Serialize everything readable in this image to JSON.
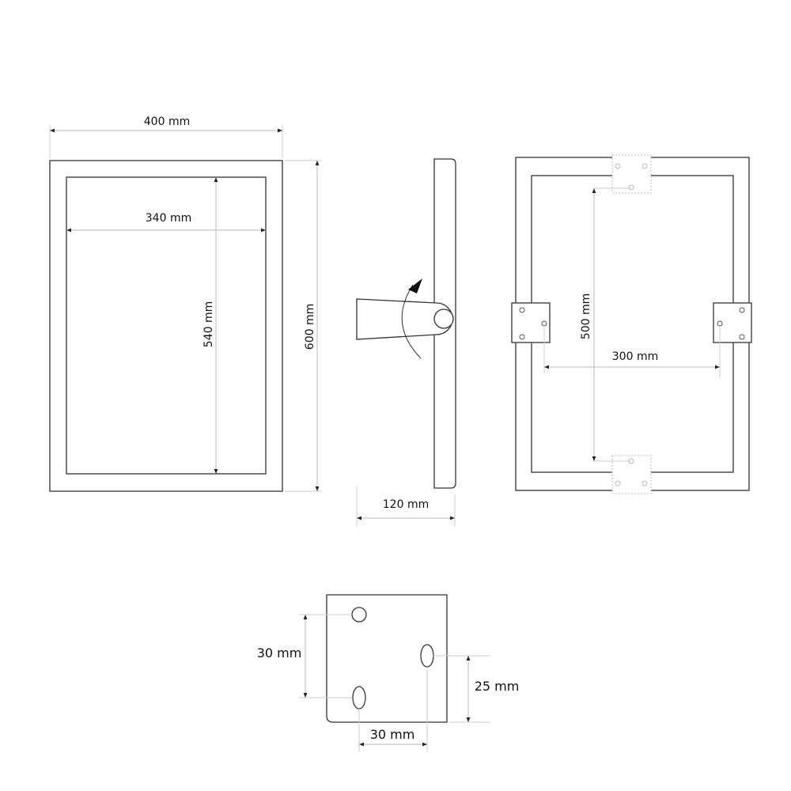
{
  "front_view": {
    "width_label": "400 mm",
    "inner_width_label": "340 mm",
    "inner_height_label": "540 mm",
    "height_label": "600 mm"
  },
  "side_view": {
    "depth_label": "120 mm"
  },
  "rear_view": {
    "vertical_spacing_label": "500 mm",
    "horizontal_spacing_label": "300 mm"
  },
  "bracket_detail": {
    "vertical_hole_label": "30 mm",
    "right_hole_label": "25 mm",
    "horizontal_hole_label": "30 mm"
  },
  "colors": {
    "line": "#333333",
    "dimension": "#bbbbbb"
  }
}
